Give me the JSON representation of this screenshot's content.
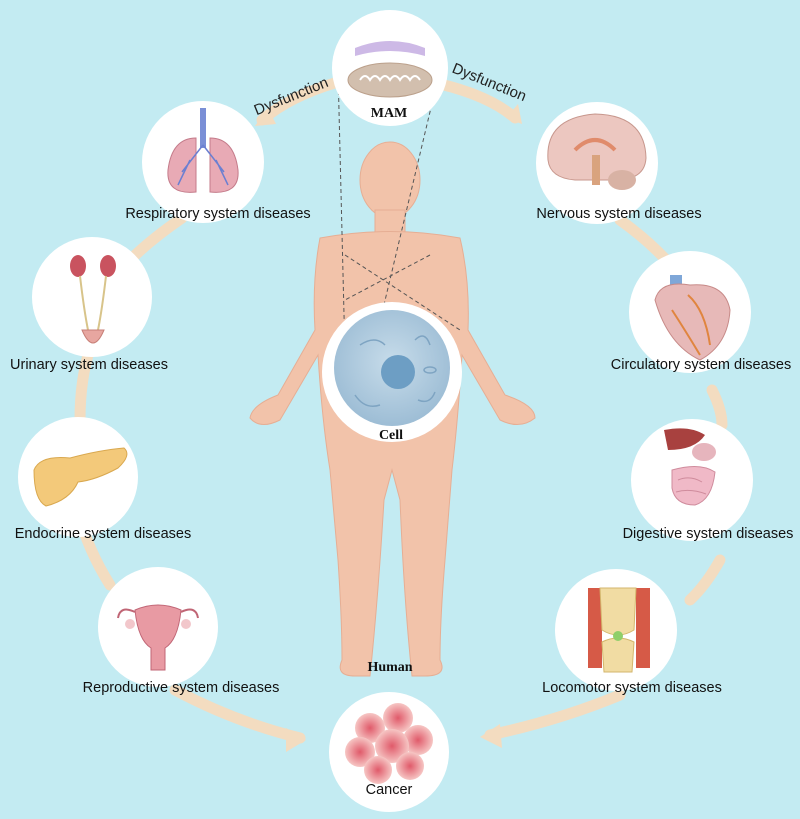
{
  "center": {
    "mam_label": "MAM",
    "cell_label": "Cell",
    "human_label": "Human"
  },
  "arrows": {
    "left_label": "Dysfunction",
    "right_label": "Dysfunction"
  },
  "diseases": {
    "respiratory": "Respiratory system diseases",
    "urinary": "Urinary system diseases",
    "endocrine": "Endocrine system diseases",
    "reproductive": "Reproductive system diseases",
    "nervous": "Nervous system diseases",
    "circulatory": "Circulatory system diseases",
    "digestive": "Digestive system diseases",
    "locomotor": "Locomotor system diseases",
    "cancer": "Cancer"
  },
  "colors": {
    "background": "#c3ebf2",
    "arc": "#f3dcc0",
    "body": "#f2c3aa",
    "circle": "#ffffff",
    "cell": "#a9c7dd"
  }
}
